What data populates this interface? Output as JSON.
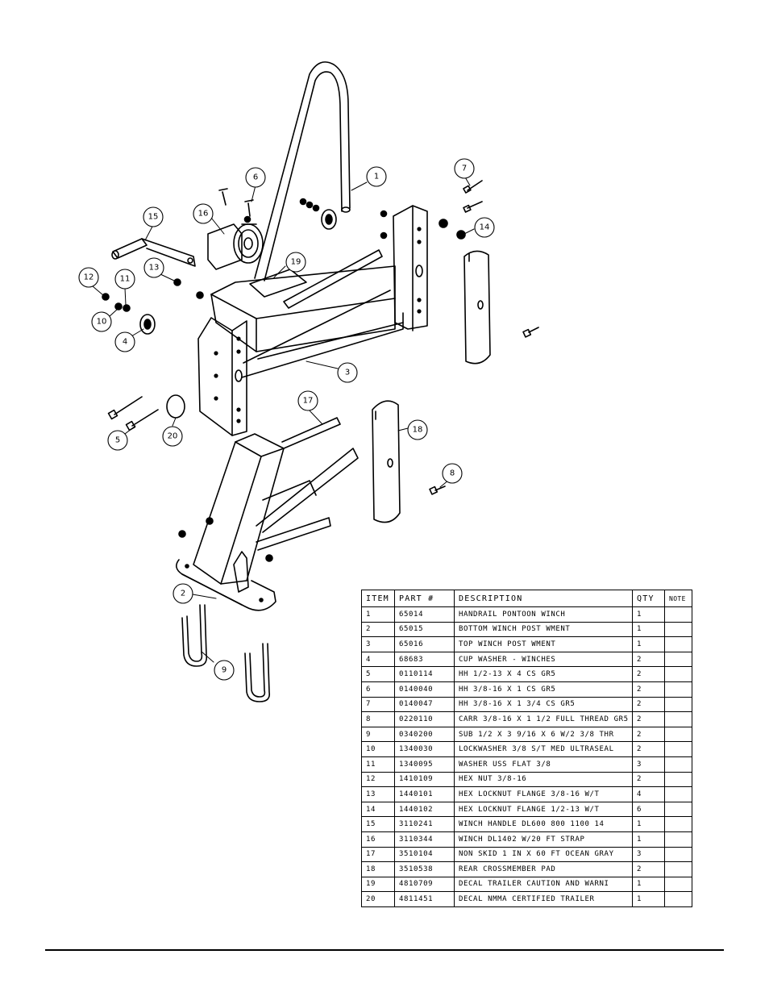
{
  "callouts": [
    {
      "id": "c1",
      "text": "1"
    },
    {
      "id": "c2",
      "text": "2"
    },
    {
      "id": "c3",
      "text": "3"
    },
    {
      "id": "c4",
      "text": "4"
    },
    {
      "id": "c5",
      "text": "5"
    },
    {
      "id": "c6",
      "text": "6"
    },
    {
      "id": "c7",
      "text": "7"
    },
    {
      "id": "c8",
      "text": "8"
    },
    {
      "id": "c9",
      "text": "9"
    },
    {
      "id": "c10",
      "text": "10"
    },
    {
      "id": "c11",
      "text": "11"
    },
    {
      "id": "c12",
      "text": "12"
    },
    {
      "id": "c13",
      "text": "13"
    },
    {
      "id": "c14",
      "text": "14"
    },
    {
      "id": "c15",
      "text": "15"
    },
    {
      "id": "c16",
      "text": "16"
    },
    {
      "id": "c17",
      "text": "17"
    },
    {
      "id": "c18",
      "text": "18"
    },
    {
      "id": "c19",
      "text": "19"
    },
    {
      "id": "c20",
      "text": "20"
    }
  ],
  "table": {
    "headers": [
      "ITEM",
      "PART #",
      "DESCRIPTION",
      "QTY",
      "NOTE"
    ],
    "rows": [
      [
        "1",
        "65014",
        "HANDRAIL PONTOON WINCH",
        "1",
        ""
      ],
      [
        "2",
        "65015",
        "BOTTOM WINCH POST WMENT",
        "1",
        ""
      ],
      [
        "3",
        "65016",
        "TOP WINCH POST WMENT",
        "1",
        ""
      ],
      [
        "4",
        "68683",
        "CUP WASHER - WINCHES",
        "2",
        ""
      ],
      [
        "5",
        "0110114",
        "HH 1/2-13 X 4 CS GR5",
        "2",
        ""
      ],
      [
        "6",
        "0140040",
        "HH 3/8-16 X 1 CS GR5",
        "2",
        ""
      ],
      [
        "7",
        "0140047",
        "HH 3/8-16 X 1 3/4 CS GR5",
        "2",
        ""
      ],
      [
        "8",
        "0220110",
        "CARR 3/8-16 X 1 1/2 FULL THREAD GR5",
        "2",
        ""
      ],
      [
        "9",
        "0340200",
        "SUB 1/2 X 3 9/16 X 6 W/2 3/8 THR",
        "2",
        ""
      ],
      [
        "10",
        "1340030",
        "LOCKWASHER 3/8 S/T MED ULTRASEAL",
        "2",
        ""
      ],
      [
        "11",
        "1340095",
        "WASHER USS FLAT 3/8",
        "3",
        ""
      ],
      [
        "12",
        "1410109",
        "HEX NUT 3/8-16",
        "2",
        ""
      ],
      [
        "13",
        "1440101",
        "HEX LOCKNUT FLANGE 3/8-16 W/T",
        "4",
        ""
      ],
      [
        "14",
        "1440102",
        "HEX LOCKNUT FLANGE 1/2-13 W/T",
        "6",
        ""
      ],
      [
        "15",
        "3110241",
        "WINCH HANDLE   DL600 800 1100 14",
        "1",
        ""
      ],
      [
        "16",
        "3110344",
        "WINCH DL1402 W/20 FT STRAP",
        "1",
        ""
      ],
      [
        "17",
        "3510104",
        "NON SKID 1 IN X 60 FT OCEAN GRAY",
        "3",
        ""
      ],
      [
        "18",
        "3510538",
        "REAR CROSSMEMBER PAD",
        "2",
        ""
      ],
      [
        "19",
        "4810709",
        "DECAL TRAILER CAUTION AND WARNI",
        "1",
        ""
      ],
      [
        "20",
        "4811451",
        "DECAL NMMA CERTIFIED TRAILER",
        "1",
        ""
      ]
    ]
  }
}
